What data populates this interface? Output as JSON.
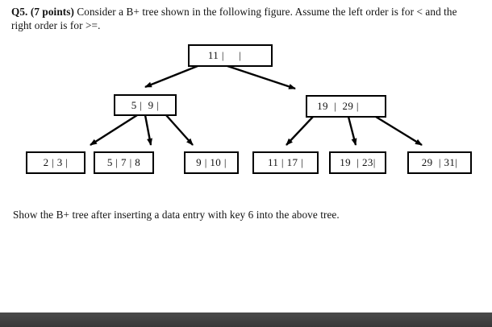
{
  "document": {
    "question_lead": "Q5. (7 points)",
    "question_body": " Consider a B+ tree shown in the following figure. Assume the left order is for < and the right order is for >=.",
    "followup": "Show the B+ tree after inserting a data entry with key 6 into the above tree."
  },
  "tree": {
    "root": {
      "label": "11 |     |"
    },
    "internal": [
      {
        "label": "5 |  9 |"
      },
      {
        "label": "19  |  29 |"
      }
    ],
    "leaves": [
      {
        "label": "2 | 3 |"
      },
      {
        "label": "5 | 7 | 8"
      },
      {
        "label": "9 | 10 |"
      },
      {
        "label": "11 | 17 |"
      },
      {
        "label": "19  | 23|"
      },
      {
        "label": "29  | 31|"
      }
    ]
  },
  "style": {
    "stroke_color": "#000000",
    "page_background": "#ffffff",
    "text_color": "#111111",
    "bottom_bar_color": "#434343"
  }
}
